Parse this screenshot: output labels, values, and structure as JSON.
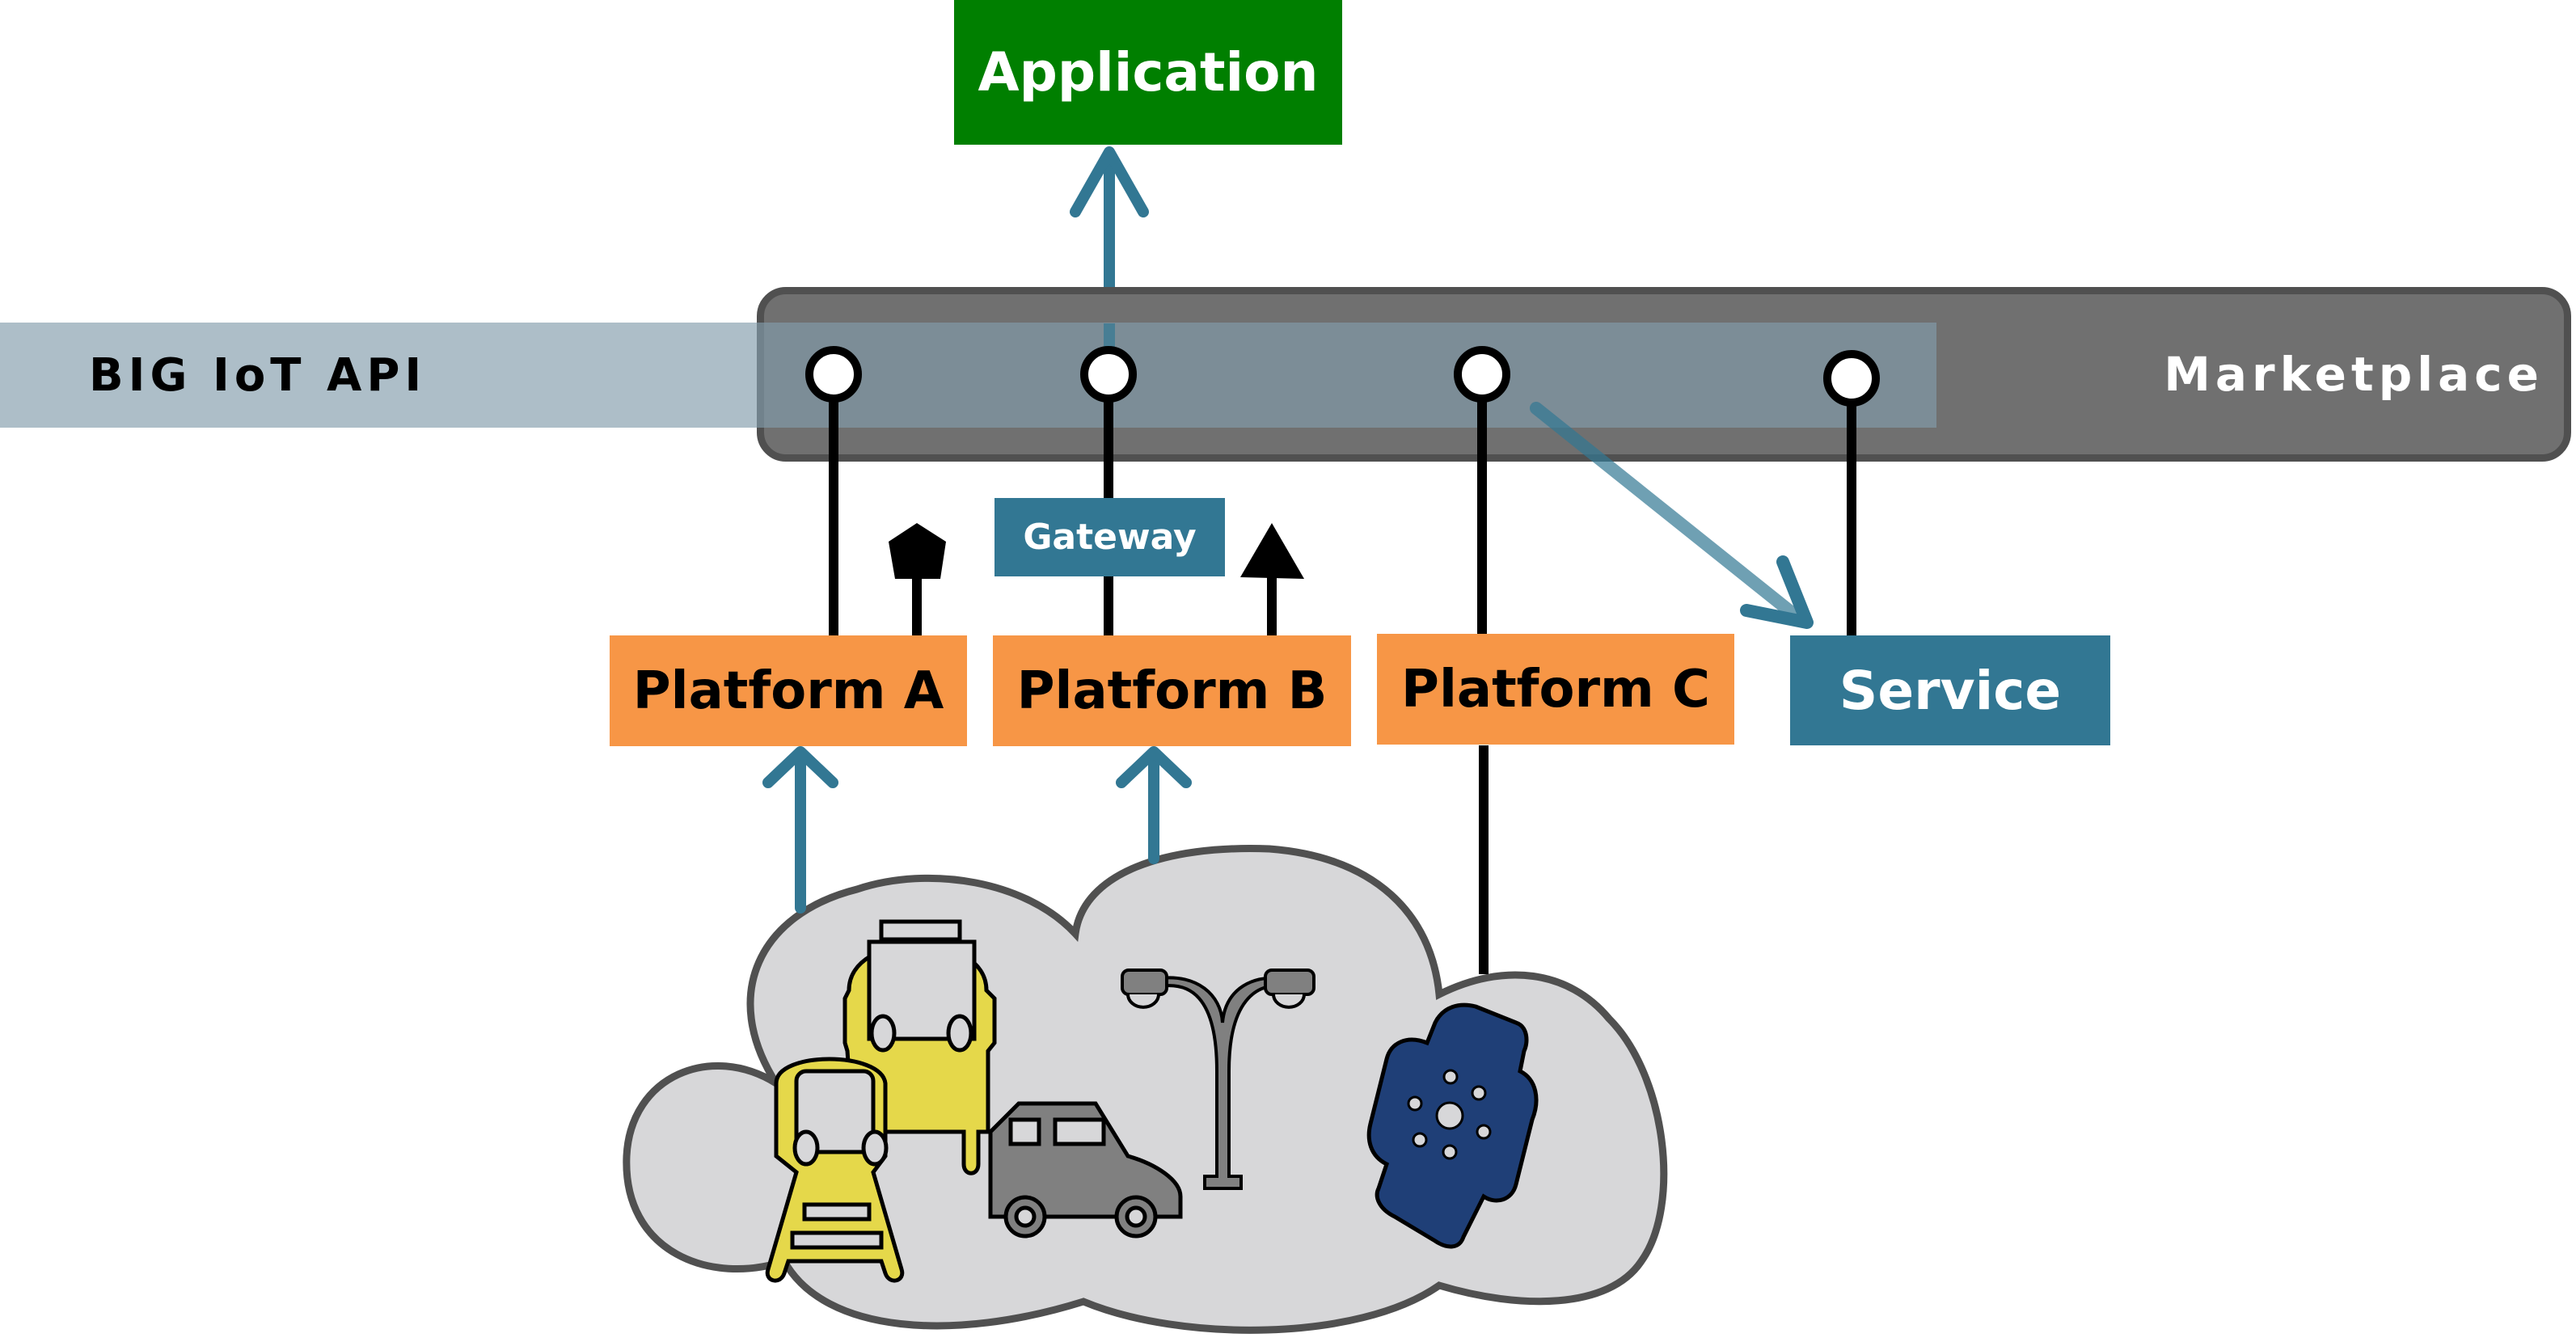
{
  "diagram": {
    "application": {
      "label": "Application",
      "color": "#007f00"
    },
    "api": {
      "label": "BIG IoT API",
      "color": "#829cac"
    },
    "marketplace": {
      "label": "Marketplace",
      "color": "#707070"
    },
    "gateway": {
      "label": "Gateway",
      "color": "#327793"
    },
    "platforms": [
      {
        "label": "Platform A",
        "color": "#f79646"
      },
      {
        "label": "Platform B",
        "color": "#f79646"
      },
      {
        "label": "Platform C",
        "color": "#f79646"
      }
    ],
    "service": {
      "label": "Service",
      "color": "#327793"
    },
    "cloud_devices": [
      "bus-icon",
      "train-icon",
      "car-icon",
      "street-lamp-icon",
      "smartwatch-icon"
    ],
    "arrow_color": "#327793"
  }
}
